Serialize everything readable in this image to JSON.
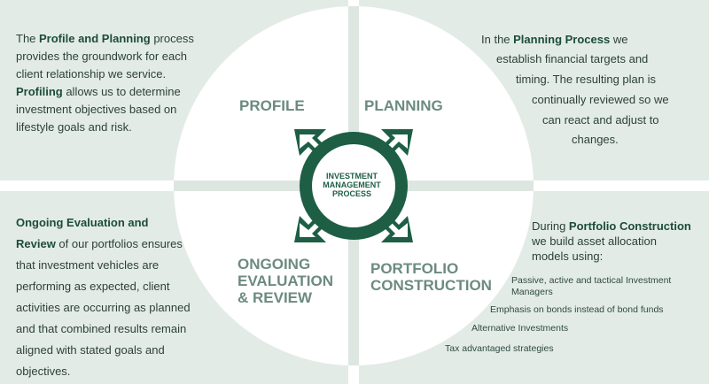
{
  "colors": {
    "accent": "#1d5e45",
    "panel": "#e3ebe7",
    "text": "#2b4039",
    "label": "#6c8b80"
  },
  "center": {
    "line1": "INVESTMENT",
    "line2": "MANAGEMENT",
    "line3": "PROCESS"
  },
  "labels": {
    "profile": "PROFILE",
    "planning": "PLANNING",
    "ongoing1": "ONGOING",
    "ongoing2": "EVALUATION",
    "ongoing3": "& REVIEW",
    "portfolio1": "PORTFOLIO",
    "portfolio2": "CONSTRUCTION"
  },
  "top_left": {
    "l1a": "The ",
    "l1b": "Profile and Planning",
    "l1c": " process",
    "l2": "provides the groundwork for each",
    "l3": "client relationship we service.",
    "l4a": "Profiling",
    "l4b": " allows us to determine",
    "l5": "investment objectives based on",
    "l6": "lifestyle goals and risk."
  },
  "top_right": {
    "l1a": "In the ",
    "l1b": "Planning Process",
    "l1c": " we",
    "l2": "establish financial targets and",
    "l3": "timing. The resulting plan is",
    "l4": "continually reviewed so we",
    "l5": "can react and adjust to",
    "l6": "changes."
  },
  "bottom_left": {
    "l1": "Ongoing Evaluation and",
    "l2a": "Review",
    "l2b": " of our portfolios ensures",
    "l3": "that investment vehicles are",
    "l4": "performing as expected, client",
    "l5": "activities are occurring as planned",
    "l6": "and that combined results remain",
    "l7": "aligned with stated goals and",
    "l8": "objectives."
  },
  "bottom_right": {
    "l1a": "During ",
    "l1b": "Portfolio Construction",
    "l2": "we build asset allocation",
    "l3": "models using:",
    "items": [
      "Passive, active and tactical Investment",
      "Managers",
      "Emphasis on bonds instead of bond funds",
      "Alternative Investments",
      "Tax advantaged strategies"
    ]
  }
}
